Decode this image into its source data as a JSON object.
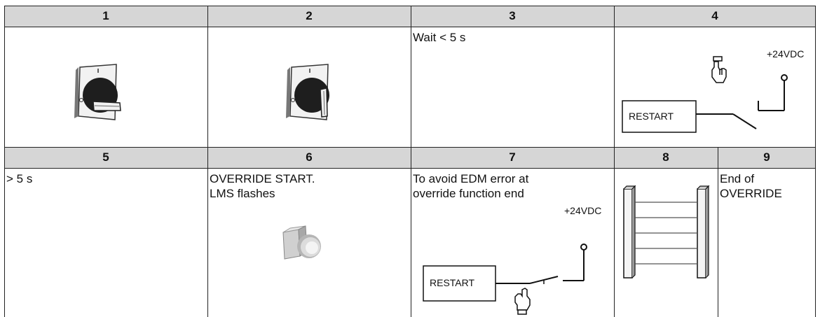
{
  "row1": {
    "headers": [
      "1",
      "2",
      "3",
      "4"
    ],
    "cell3_text": "Wait < 5 s",
    "cell4": {
      "voltage": "+24VDC",
      "button": "RESTART"
    }
  },
  "row2": {
    "headers": [
      "5",
      "6",
      "7",
      "8",
      "9"
    ],
    "cell5_text": "> 5 s",
    "cell6_line1": "OVERRIDE START.",
    "cell6_line2": "LMS flashes",
    "cell7_line1": "To avoid EDM error at",
    "cell7_line2": "override function end",
    "cell7": {
      "voltage": "+24VDC",
      "button": "RESTART"
    },
    "cell9_line1": "End of",
    "cell9_line2": "OVERRIDE"
  }
}
